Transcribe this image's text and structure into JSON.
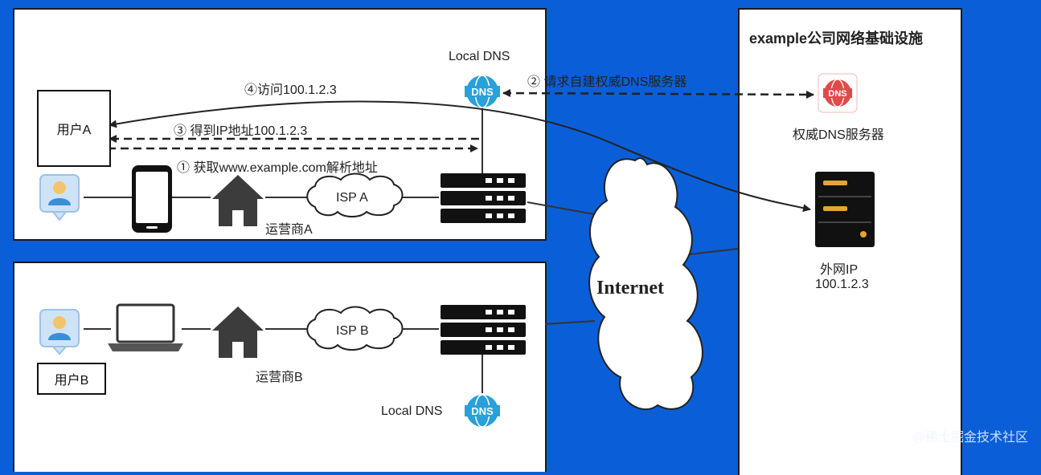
{
  "company_panel": {
    "title": "example公司网络基础设施"
  },
  "auth_dns": {
    "label": "权威DNS服务器",
    "icon_text": "DNS",
    "color": "#e04a4a"
  },
  "external_server": {
    "label_line1": "外网IP",
    "label_line2": "100.1.2.3"
  },
  "internet": {
    "label": "Internet"
  },
  "zone_a": {
    "user_box": "用户A",
    "isp": "ISP A",
    "carrier": "运营商A",
    "local_dns": {
      "label": "Local DNS",
      "icon_text": "DNS"
    }
  },
  "zone_b": {
    "user_box": "用户B",
    "isp": "ISP B",
    "carrier": "运营商B",
    "local_dns": {
      "label": "Local DNS",
      "icon_text": "DNS"
    }
  },
  "steps": [
    {
      "num": "①",
      "text": "获取www.example.com解析地址"
    },
    {
      "num": "②",
      "text": "请求自建权威DNS服务器"
    },
    {
      "num": "③",
      "text": "得到IP地址100.1.2.3"
    },
    {
      "num": "④",
      "text": "访问100.1.2.3"
    }
  ],
  "watermark": "@稀土掘金技术社区",
  "colors": {
    "background": "#0a5fd8",
    "dns_blue": "#2aa0d8",
    "server_gold": "#e0a830"
  }
}
